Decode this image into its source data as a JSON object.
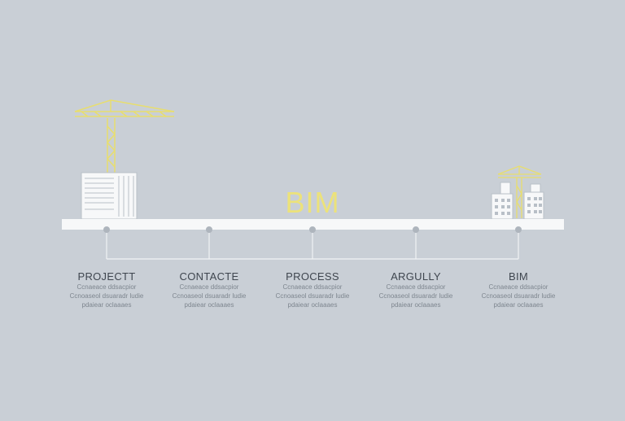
{
  "center_label": "BIM",
  "colors": {
    "background": "#c9cfd6",
    "accent_yellow": "#ece27a",
    "platform": "#f7f8f9",
    "text": "#3f464f"
  },
  "steps": [
    {
      "title": "PROJECTT",
      "lines": [
        "Ccnaeace ddsacpior",
        "Ccnoaseol dsuaradr ludie",
        "pdaiear oclaaaes"
      ]
    },
    {
      "title": "CONTACTE",
      "lines": [
        "Ccnaeace ddsacpior",
        "Ccnoaseol dsuaradr ludie",
        "pdaiear oclaaaes"
      ]
    },
    {
      "title": "PROCESS",
      "lines": [
        "Ccnaeace ddsacpior",
        "Ccnoaseol dsuaradr ludie",
        "pdaiear oclaaaes"
      ]
    },
    {
      "title": "ARGULLY",
      "lines": [
        "Ccnaeace ddsacpior",
        "Ccnoaseol dsuaradr ludie",
        "pdaiear oclaaaes"
      ]
    },
    {
      "title": "BIM",
      "lines": [
        "Ccnaeace ddsacpior",
        "Ccnoaseol dsuaradr ludie",
        "pdaiear oclaaaes"
      ]
    }
  ]
}
